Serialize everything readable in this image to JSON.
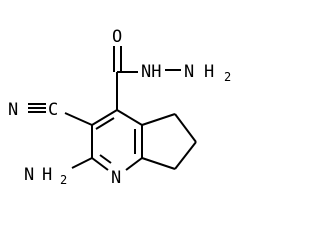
{
  "molecule": {
    "atoms": {
      "carbonyl_oxygen": "O",
      "hydrazide_nh": "NH",
      "hydrazide_n": "N",
      "hydrazide_h2": "2",
      "hydrazide_h": "H",
      "cyano_c": "C",
      "cyano_n": "N",
      "amino_n": "N",
      "amino_h": "H",
      "amino_h2": "2",
      "ring_n": "N"
    },
    "colors": {
      "bond": "#000000",
      "label": "#000000",
      "background": "#ffffff"
    }
  }
}
